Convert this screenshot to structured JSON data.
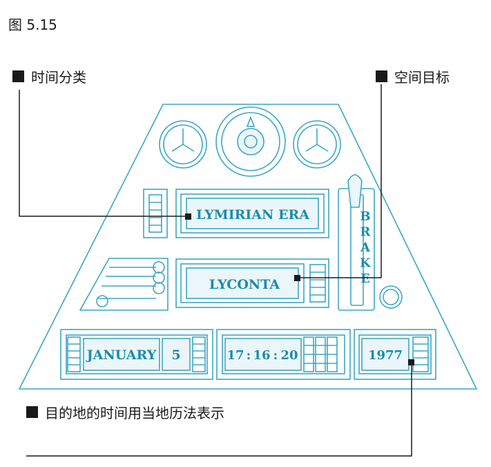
{
  "figure_label": "图 5.15",
  "callouts": {
    "time_category": "时间分类",
    "space_target": "空间目标",
    "destination_note": "目的地的时间用当地历法表示"
  },
  "panel": {
    "era_label": "LYMIRIAN ERA",
    "place_label": "LYCONTA",
    "month": "JANUARY",
    "day": "5",
    "time": {
      "hours": "17",
      "minutes": "16",
      "seconds": "20",
      "separator": ":"
    },
    "year": "1977",
    "brake_letters": [
      "B",
      "R",
      "A",
      "K",
      "E"
    ]
  },
  "colors": {
    "line": "#3aa7c4",
    "fill": "#eaf6fa",
    "text": "#1b8bab",
    "callout": "#1a1a1a"
  }
}
